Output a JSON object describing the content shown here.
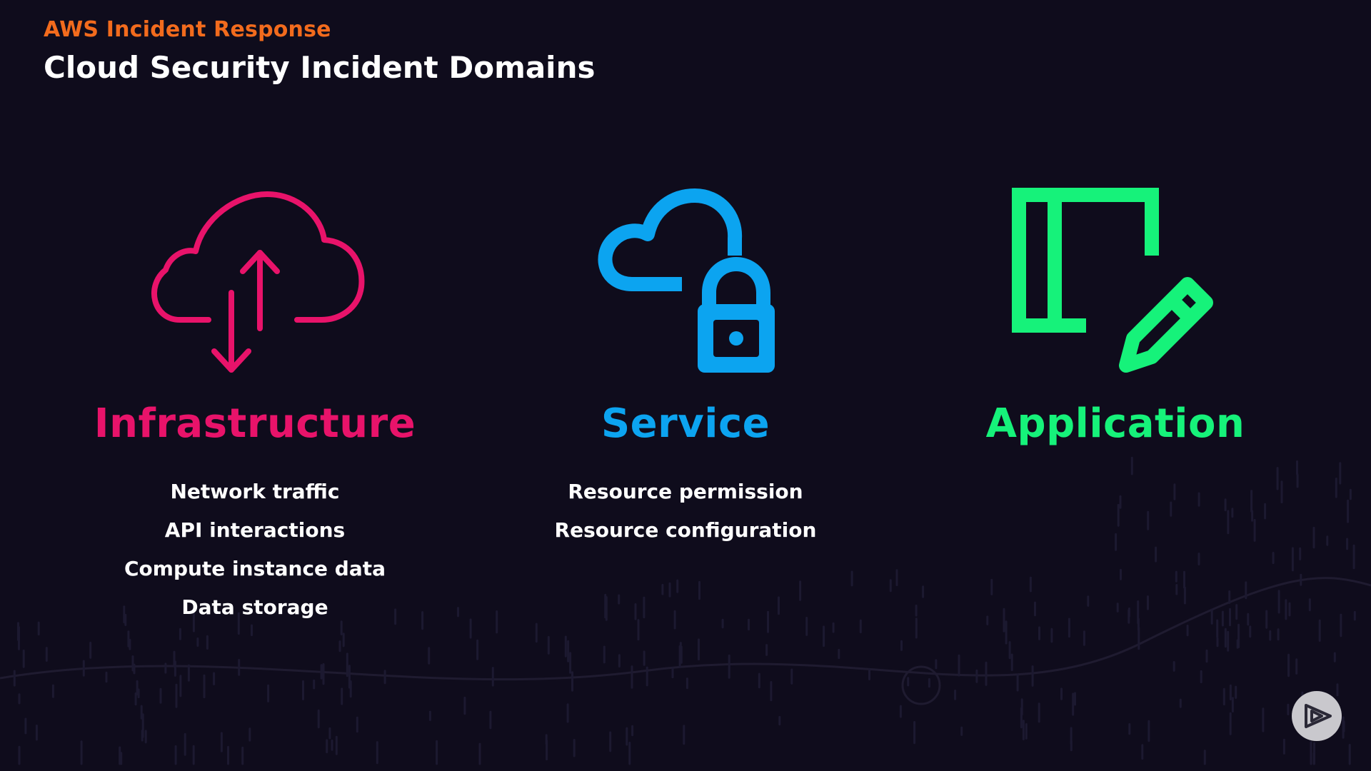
{
  "header": {
    "kicker": "AWS Incident Response",
    "title": "Cloud Security Incident Domains"
  },
  "domains": [
    {
      "name": "Infrastructure",
      "icon": "cloud-upload-download-icon",
      "items": [
        "Network traffic",
        "API interactions",
        "Compute instance data",
        "Data storage"
      ]
    },
    {
      "name": "Service",
      "icon": "cloud-lock-icon",
      "items": [
        "Resource permission",
        "Resource configuration"
      ]
    },
    {
      "name": "Application",
      "icon": "document-edit-icon",
      "items": []
    }
  ],
  "player": {
    "icon": "play-logo-icon"
  },
  "colors": {
    "background": "#0f0c1c",
    "kicker": "#f26b1d",
    "infrastructure": "#e8136a",
    "service": "#0ca4f0",
    "application": "#16f27a",
    "text": "#ffffff"
  }
}
